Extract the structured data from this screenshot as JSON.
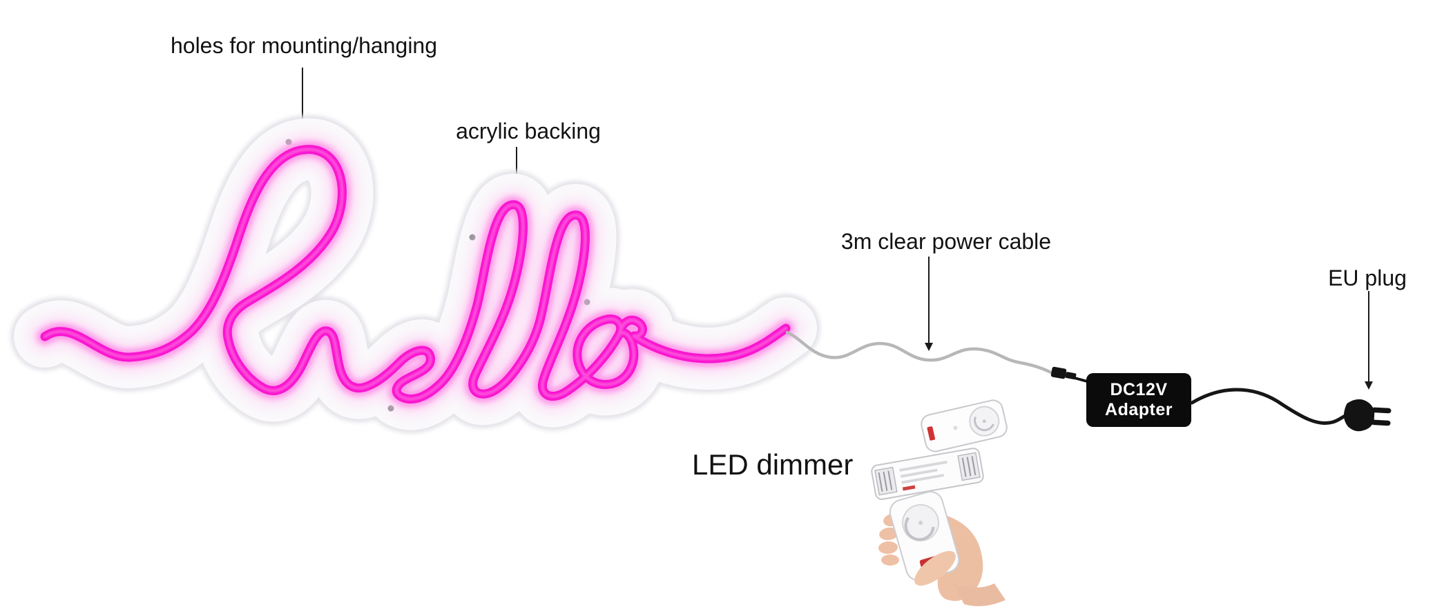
{
  "canvas": {
    "background": "#ffffff"
  },
  "annotations": {
    "mounting": {
      "label": "holes for mounting/hanging"
    },
    "backing": {
      "label": "acrylic backing"
    },
    "power_cable": {
      "label": "3m clear power cable"
    },
    "eu_plug": {
      "label": "EU plug"
    },
    "dimmer": {
      "label": "LED dimmer"
    }
  },
  "adapter": {
    "line1": "DC12V",
    "line2": "Adapter",
    "bg_color": "#0b0b0b",
    "text_color": "#ffffff"
  },
  "neon_sign": {
    "word": "hello",
    "core_color": "#f914cf",
    "glow_color": "#ff7ce4",
    "halo_color": "#ffc6f2",
    "backing_color": "#faf9fb",
    "backing_edge_color": "#e3e1e7",
    "hole_color": "#8f8e95"
  },
  "cables": {
    "power_cable_color": "#b7b7ba",
    "plug_cable_color": "#161616"
  },
  "icons": {
    "eu_plug_icon": "eu-plug-icon",
    "dimmer_remote_icon": "dimmer-remote-icon",
    "dimmer_receiver_icon": "dimmer-receiver-icon",
    "hand_holding_remote_icon": "hand-holding-remote-icon"
  }
}
